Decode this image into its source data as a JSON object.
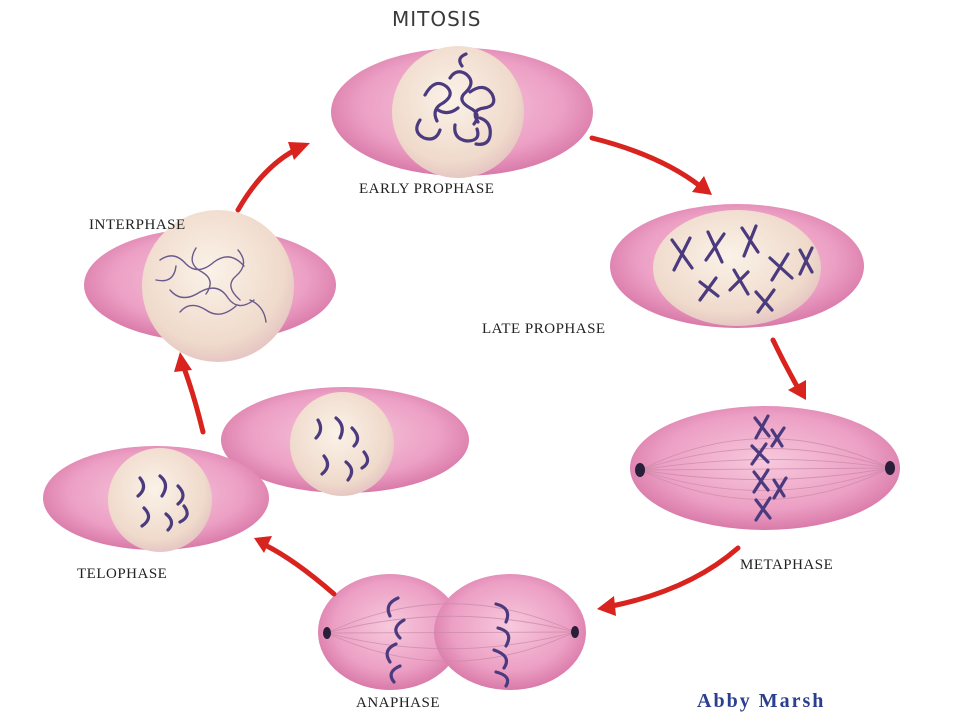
{
  "title": "MITOSIS",
  "phases": {
    "early_prophase": "EARLY PROPHASE",
    "late_prophase": "LATE PROPHASE",
    "metaphase": "METAPHASE",
    "anaphase": "ANAPHASE",
    "telophase": "TELOPHASE",
    "interphase": "INTERPHASE"
  },
  "author": "Abby Marsh",
  "colors": {
    "cell_pink": "#e89cc1",
    "nucleus_cream": "#f3e2d4",
    "chromosome": "#4b3a7e",
    "arrow_red": "#d9231e",
    "author_blue": "#2b3f8f"
  }
}
